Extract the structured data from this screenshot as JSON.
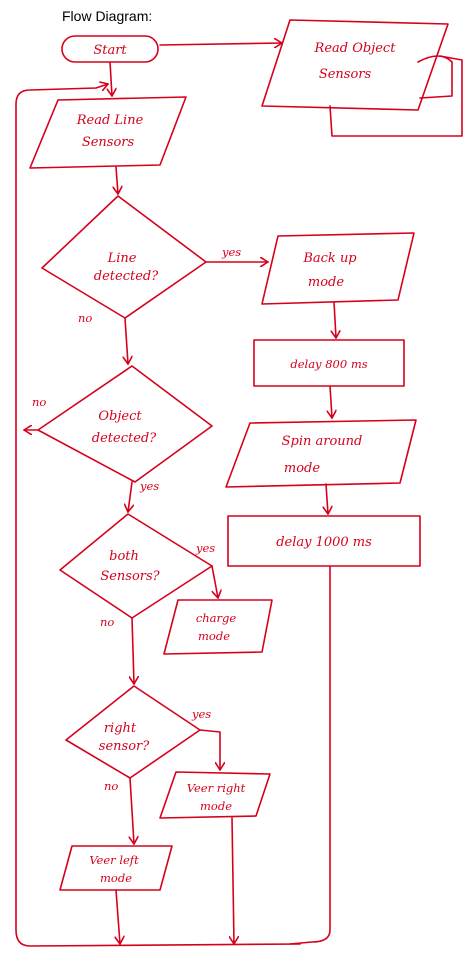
{
  "caption": "Flow Diagram:",
  "nodes": {
    "start": "Start",
    "read_object": [
      "Read Object",
      "Sensors"
    ],
    "read_line": [
      "Read Line",
      "Sensors"
    ],
    "line_detected": [
      "Line",
      "detected?"
    ],
    "backup": [
      "Back up",
      "mode"
    ],
    "delay800": "delay 800 ms",
    "object_detected": [
      "Object",
      "detected?"
    ],
    "spin": [
      "Spin around",
      "mode"
    ],
    "delay1000": "delay 1000 ms",
    "both_sensors": [
      "both",
      "Sensors?"
    ],
    "charge": [
      "charge",
      "mode"
    ],
    "right_sensor": [
      "right",
      "sensor?"
    ],
    "veer_right": [
      "Veer right",
      "mode"
    ],
    "veer_left": [
      "Veer left",
      "mode"
    ]
  },
  "edge_labels": {
    "line_yes": "yes",
    "line_no": "no",
    "object_no": "no",
    "object_yes": "yes",
    "both_yes": "yes",
    "both_no": "no",
    "right_yes": "yes",
    "right_no": "no"
  },
  "colors": {
    "ink": "#d6001c"
  }
}
